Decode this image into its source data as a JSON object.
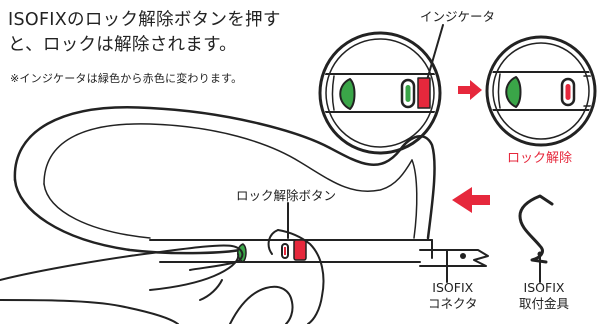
{
  "instruction": {
    "line1": "ISOFIXのロック解除ボタンを押す",
    "line2": "と、ロックは解除されます。"
  },
  "note": "※インジケータは緑色から赤色に変わります。",
  "labels": {
    "indicator": "インジケータ",
    "unlocked": "ロック解除",
    "release_button": "ロック解除ボタン",
    "connector_line1": "ISOFIX",
    "connector_line2": "コネクタ",
    "anchor_line1": "ISOFIX",
    "anchor_line2": "取付金具"
  },
  "colors": {
    "green": "#3aa548",
    "red": "#e6283c",
    "stroke": "#222222"
  }
}
